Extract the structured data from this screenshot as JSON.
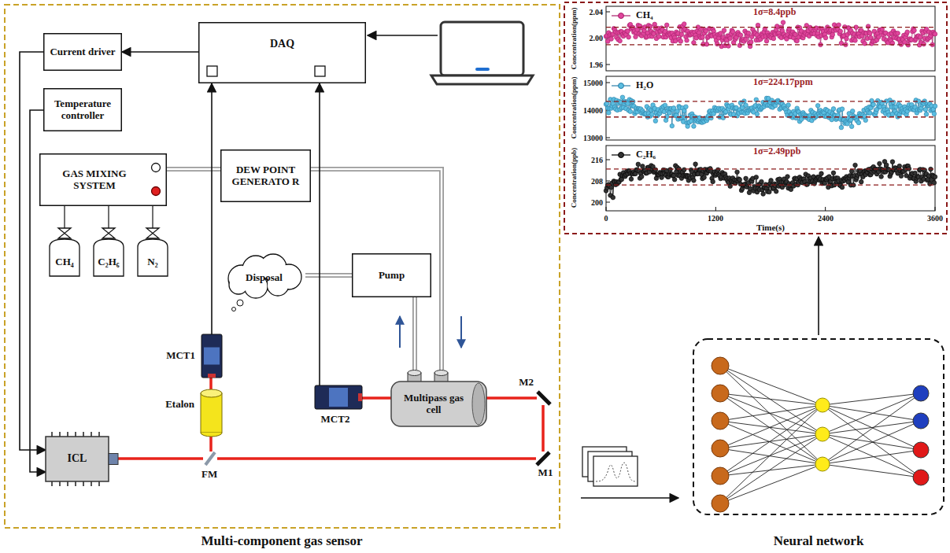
{
  "diagram": {
    "nodes": [
      {
        "text": [
          "Multi-component gas sensor"
        ]
      },
      {
        "text": [
          "Current driver"
        ],
        "in": 0
      },
      {
        "text": [
          "DAQ"
        ],
        "in": 0
      },
      {
        "text": [
          "Temperature controller"
        ],
        "in": 0
      },
      {
        "text": [
          "GAS MIXING SYSTEM"
        ],
        "in": 0
      },
      {
        "text": [
          "DEW POINT GENERATO R"
        ],
        "in": 0
      },
      {
        "text": [
          "CH₄"
        ],
        "in": 0
      },
      {
        "text": [
          "C₂H₆"
        ],
        "in": 0
      },
      {
        "text": [
          "N₂"
        ],
        "in": 0
      },
      {
        "text": [
          "Disposal"
        ],
        "in": 0
      },
      {
        "text": [
          "Pump"
        ],
        "in": 0
      },
      {
        "text": [
          "MCT1"
        ],
        "in": 0
      },
      {
        "text": [
          "MCT2"
        ],
        "in": 0
      },
      {
        "text": [
          "Multipass gas cell"
        ],
        "in": 0
      },
      {
        "text": [
          "M2"
        ],
        "in": 0
      },
      {
        "text": [
          "Etalon"
        ],
        "in": 0
      },
      {
        "text": [
          "ICL"
        ],
        "in": 0
      },
      {
        "text": [
          "FM"
        ],
        "in": 0
      },
      {
        "text": [
          "M1"
        ],
        "in": 0
      },
      {
        "text": [
          "Neural network"
        ]
      }
    ],
    "edges": [
      {
        "from": 2,
        "to": 1,
        "arrow": "to"
      },
      {
        "from": 1,
        "to": 16,
        "arrow": "to"
      },
      {
        "from": 3,
        "to": 16,
        "arrow": "to"
      },
      {
        "from": 6,
        "to": 4,
        "arrow": "none"
      },
      {
        "from": 7,
        "to": 4,
        "arrow": "none"
      },
      {
        "from": 8,
        "to": 4,
        "arrow": "none"
      },
      {
        "from": 4,
        "to": 5,
        "arrow": "none"
      },
      {
        "from": 5,
        "to": 13,
        "arrow": "none"
      },
      {
        "from": 10,
        "to": 13,
        "arrow": "none"
      },
      {
        "from": 10,
        "to": 9,
        "arrow": "none"
      },
      {
        "from": 11,
        "to": 2,
        "arrow": "to"
      },
      {
        "from": 12,
        "to": 2,
        "arrow": "to"
      },
      {
        "from": 16,
        "to": 17,
        "arrow": "none"
      },
      {
        "from": 17,
        "to": 15,
        "arrow": "none"
      },
      {
        "from": 15,
        "to": 11,
        "arrow": "none"
      },
      {
        "from": 17,
        "to": 18,
        "arrow": "none"
      },
      {
        "from": 18,
        "to": 14,
        "arrow": "none"
      },
      {
        "from": 14,
        "to": 13,
        "arrow": "none"
      },
      {
        "from": 13,
        "to": 12,
        "arrow": "none"
      }
    ],
    "labels": [
      "1σ=8.4ppb",
      "1σ=224.17ppm",
      "1σ=2.49ppb",
      "2.04",
      "2.00",
      "1.96",
      "15000",
      "14000",
      "13000",
      "216",
      "208",
      "200",
      "0",
      "1200",
      "2400",
      "3600",
      "Time(s)",
      "Concentration(ppm)",
      "Concentration(ppm)",
      "Concentration(ppb)"
    ],
    "legend": [
      {
        "text": "CH₄"
      },
      {
        "text": "H₂O"
      },
      {
        "text": "C₂H₆"
      }
    ]
  }
}
